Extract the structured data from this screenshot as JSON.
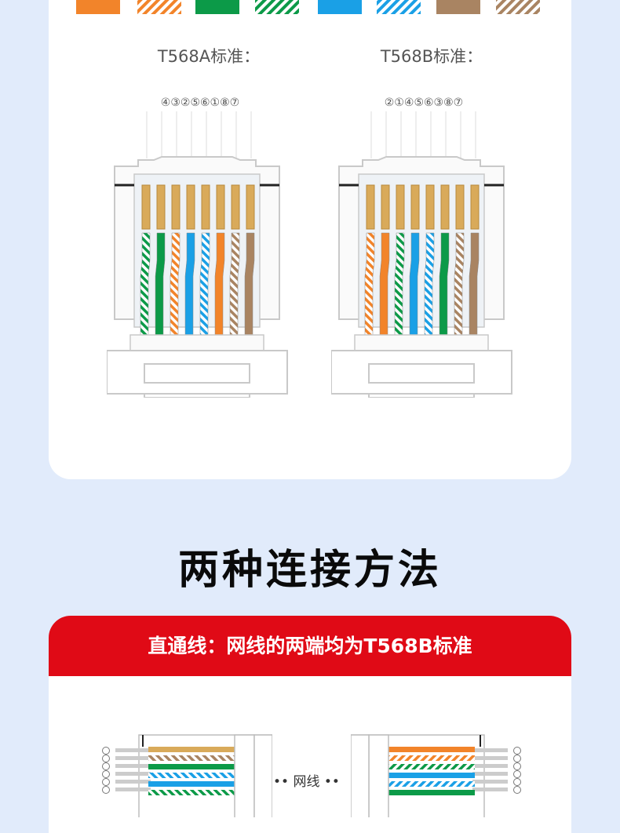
{
  "colors": {
    "orange": "#f2842a",
    "green": "#0c9a48",
    "blue": "#1aa0e6",
    "brown": "#a98462",
    "gold": "#d9aa5a",
    "red": "#e00a16"
  },
  "standards": {
    "a": {
      "label": "T568A标准：",
      "pins": "④③②⑤⑥①⑧⑦"
    },
    "b": {
      "label": "T568B标准：",
      "pins": "②①④⑤⑥③⑧⑦"
    }
  },
  "heading": "两种连接方法",
  "banner": "直通线：网线的两端均为T568B标准",
  "cable_label": "网线"
}
